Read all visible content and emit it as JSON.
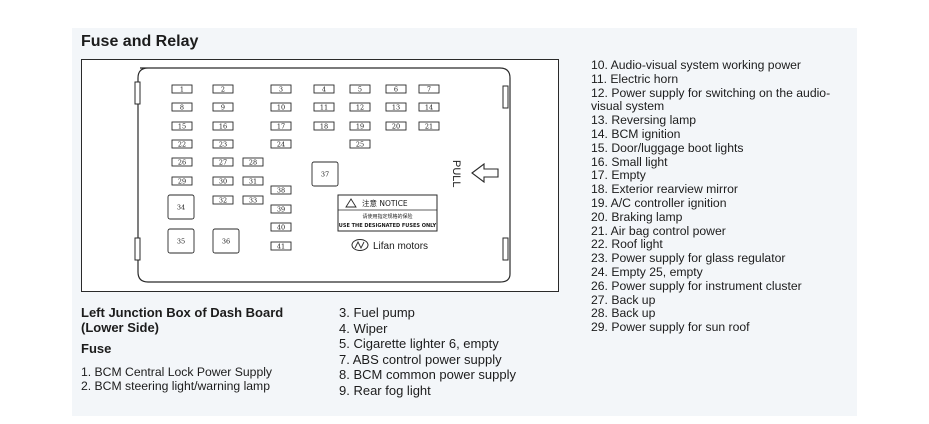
{
  "title": "Fuse and Relay",
  "diagram": {
    "fuse_labels": [
      "1",
      "2",
      "3",
      "4",
      "5",
      "6",
      "7",
      "8",
      "9",
      "10",
      "11",
      "12",
      "13",
      "14",
      "15",
      "16",
      "17",
      "18",
      "19",
      "20",
      "21",
      "22",
      "23",
      "24",
      "25",
      "26",
      "27",
      "28",
      "29",
      "30",
      "31",
      "32",
      "33",
      "34",
      "35",
      "36",
      "37",
      "38",
      "39",
      "40",
      "41"
    ],
    "pull_label": "PULL",
    "notice_title": "注意 NOTICE",
    "notice_cn": "请使用指定规格的保险",
    "notice_en": "USE THE DESIGNATED FUSES ONLY",
    "brand": "Lifan motors"
  },
  "left": {
    "heading_line1": "Left Junction Box of Dash Board",
    "heading_line2": "(Lower Side)",
    "subheading": "Fuse",
    "items": [
      "1. BCM Central Lock Power Supply",
      "2. BCM steering light/warning lamp"
    ]
  },
  "middle": {
    "items": [
      "3. Fuel pump",
      "4. Wiper",
      "5. Cigarette lighter 6, empty",
      "7. ABS control power supply",
      "8. BCM common power supply",
      "9. Rear fog light"
    ]
  },
  "right": {
    "items": [
      "10. Audio-visual system working power",
      "11. Electric horn",
      "12. Power supply for switching on the audio-visual system",
      "13. Reversing lamp",
      "14. BCM ignition",
      "15. Door/luggage boot lights",
      "16. Small light",
      "17. Empty",
      "18. Exterior rearview mirror",
      "19. A/C controller ignition",
      "20. Braking lamp",
      "21. Air bag control power",
      "22. Roof light",
      "23. Power supply for glass regulator",
      "24. Empty 25, empty",
      "26. Power supply for instrument cluster",
      "27. Back up",
      "28. Back up",
      "29. Power supply for sun roof"
    ]
  }
}
